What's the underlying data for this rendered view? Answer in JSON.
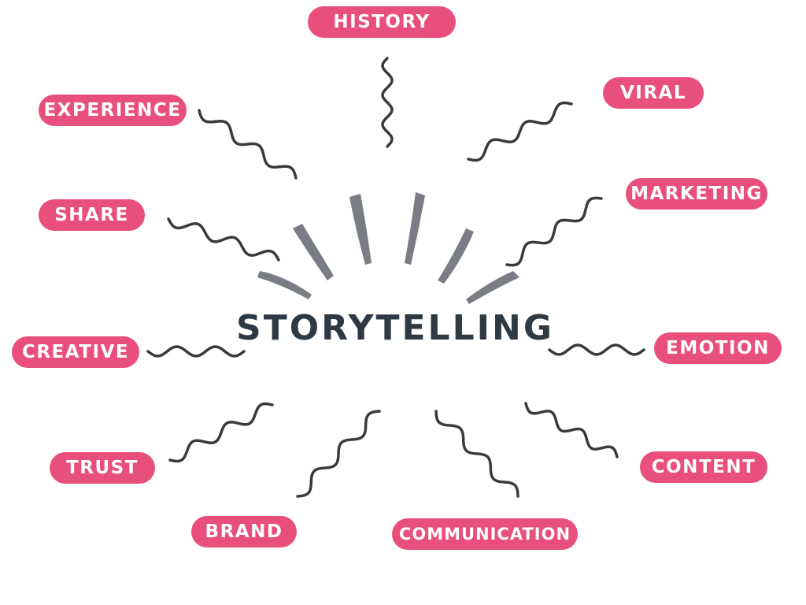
{
  "center": {
    "label": "STORYTELLING"
  },
  "topics": [
    {
      "label": "HISTORY"
    },
    {
      "label": "VIRAL"
    },
    {
      "label": "EXPERIENCE"
    },
    {
      "label": "MARKETING"
    },
    {
      "label": "SHARE"
    },
    {
      "label": "CREATIVE"
    },
    {
      "label": "EMOTION"
    },
    {
      "label": "TRUST"
    },
    {
      "label": "CONTENT"
    },
    {
      "label": "BRAND"
    },
    {
      "label": "COMMUNICATION"
    }
  ],
  "colors": {
    "pill": "#e84f7d",
    "pill_text": "#ffffff",
    "title_text": "#2f3944",
    "connector": "#3a3a3a",
    "rays": "#7a7d83"
  }
}
